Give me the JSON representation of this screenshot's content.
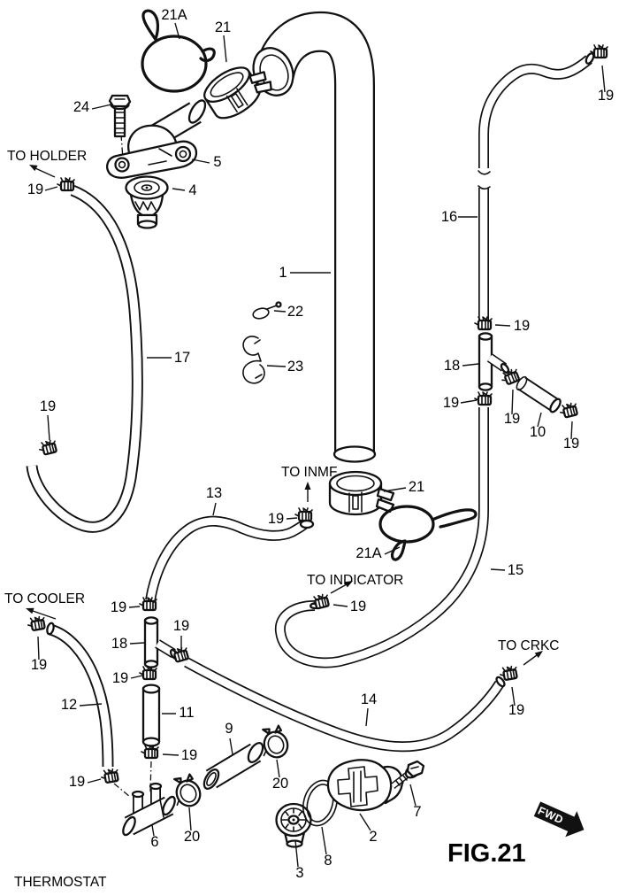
{
  "figure": {
    "fig_label": "FIG.21",
    "drawing_title": "THERMOSTAT",
    "fwd": "FWD"
  },
  "routes": {
    "holder": "TO HOLDER",
    "inmf": "TO INMF",
    "indicator": "TO INDICATOR",
    "cooler": "TO COOLER",
    "crkc": "TO CRKC"
  },
  "parts": {
    "n1": "1",
    "n2": "2",
    "n3": "3",
    "n4": "4",
    "n5": "5",
    "n6": "6",
    "n7": "7",
    "n8": "8",
    "n9": "9",
    "n10": "10",
    "n11": "11",
    "n12": "12",
    "n13": "13",
    "n14": "14",
    "n15": "15",
    "n16": "16",
    "n17": "17",
    "n18": "18",
    "n19": "19",
    "n20": "20",
    "n21": "21",
    "n21A": "21A",
    "n22": "22",
    "n23": "23",
    "n24": "24"
  },
  "colors": {
    "ink": "#111111",
    "paper": "#ffffff"
  }
}
